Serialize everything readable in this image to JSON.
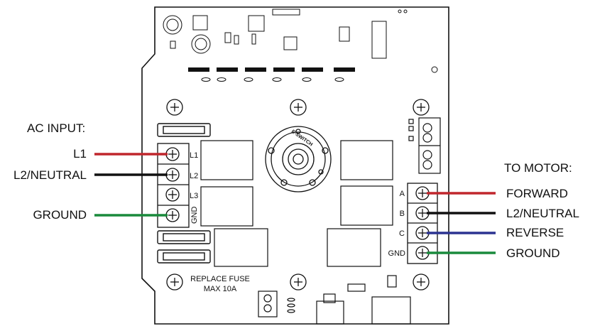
{
  "left_group": {
    "heading": "AC INPUT:",
    "wires": [
      {
        "label": "L1",
        "color": "#c0272d"
      },
      {
        "label": "L2/NEUTRAL",
        "color": "#111111"
      },
      {
        "label": "GROUND",
        "color": "#1a8a3c"
      }
    ]
  },
  "right_group": {
    "heading": "TO MOTOR:",
    "wires": [
      {
        "label": "FORWARD",
        "color": "#c0272d"
      },
      {
        "label": "L2/NEUTRAL",
        "color": "#111111"
      },
      {
        "label": "REVERSE",
        "color": "#2c3391"
      },
      {
        "label": "GROUND",
        "color": "#1a8a3c"
      }
    ]
  },
  "board": {
    "input_terminal_labels": [
      "L1",
      "L2",
      "L3",
      "GND"
    ],
    "output_terminal_labels": [
      "A",
      "B",
      "C",
      "GND"
    ],
    "switch_brand": "E-SWITCH",
    "fuse_note": [
      "REPLACE FUSE",
      "MAX 10A"
    ]
  }
}
